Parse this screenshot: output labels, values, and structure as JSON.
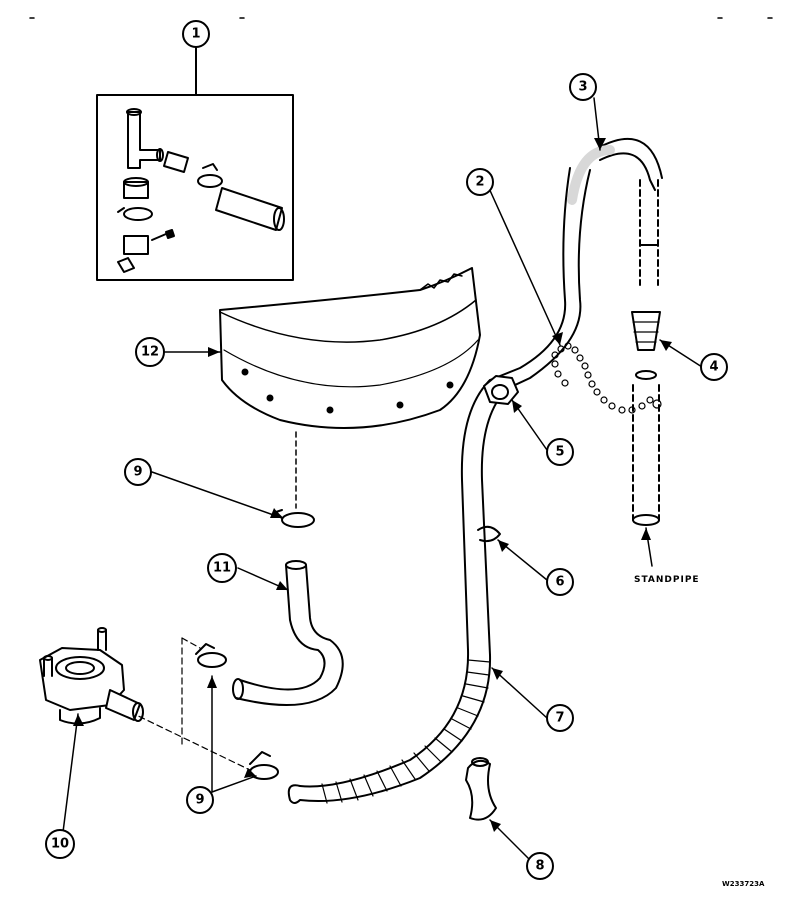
{
  "callouts": [
    {
      "id": "callout-1",
      "label": "1"
    },
    {
      "id": "callout-2",
      "label": "2"
    },
    {
      "id": "callout-3",
      "label": "3"
    },
    {
      "id": "callout-4",
      "label": "4"
    },
    {
      "id": "callout-5",
      "label": "5"
    },
    {
      "id": "callout-6",
      "label": "6"
    },
    {
      "id": "callout-7",
      "label": "7"
    },
    {
      "id": "callout-8",
      "label": "8"
    },
    {
      "id": "callout-9a",
      "label": "9"
    },
    {
      "id": "callout-9b",
      "label": "9"
    },
    {
      "id": "callout-10",
      "label": "10"
    },
    {
      "id": "callout-11",
      "label": "11"
    },
    {
      "id": "callout-12",
      "label": "12"
    }
  ],
  "labels": {
    "standpipe": "STANDPIPE",
    "drawing_code": "W233723A"
  },
  "colors": {
    "ink": "#000000",
    "paper": "#ffffff",
    "shade": "#d8d8d8"
  }
}
